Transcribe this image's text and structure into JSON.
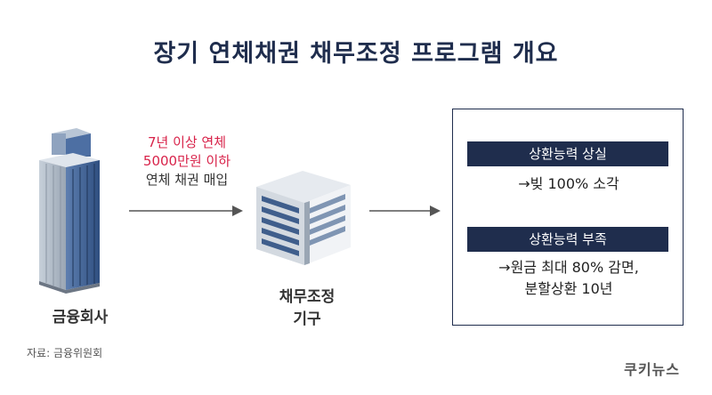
{
  "title": "장기 연체채권 채무조정 프로그램 개요",
  "bank_label": "금융회사",
  "agency_label_line1": "채무조정",
  "agency_label_line2": "기구",
  "purchase_note": {
    "line1": "7년 이상 연체",
    "line2": "5000만원 이하",
    "line3": "연체 채권 매입"
  },
  "outcomes": [
    {
      "badge": "상환능력 상실",
      "detail_line1": "→빚 100% 소각",
      "detail_line2": ""
    },
    {
      "badge": "상환능력 부족",
      "detail_line1": "→원금 최대 80% 감면,",
      "detail_line2": "분할상환 10년"
    }
  ],
  "source": "자료: 금융위원회",
  "logo": "쿠키뉴스",
  "colors": {
    "navy": "#1f2d4d",
    "highlight_red": "#d8234a"
  }
}
